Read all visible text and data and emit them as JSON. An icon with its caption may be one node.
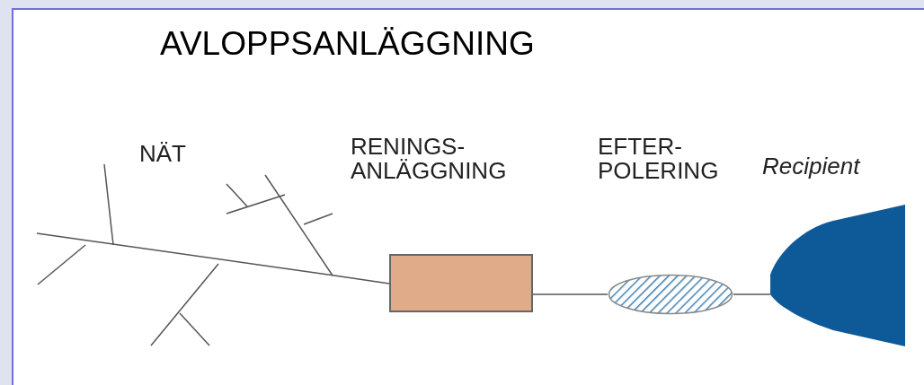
{
  "diagram": {
    "title": "AVLOPPSANLÄGGNING",
    "nodes": [
      {
        "text": [
          "NÄT"
        ]
      },
      {
        "text": [],
        "shape": "box"
      },
      {
        "text": [],
        "shape": "ellipse"
      },
      {
        "text": [
          "Recipient"
        ]
      }
    ],
    "edges": [
      {
        "from": 0,
        "to": 1,
        "arrow": "none"
      },
      {
        "from": 1,
        "to": 2,
        "arrow": "none"
      },
      {
        "from": 2,
        "to": 3,
        "arrow": "none"
      }
    ],
    "labels": [
      "RENINGS- ANLÄGGNING",
      "EFTER- POLERING"
    ]
  }
}
